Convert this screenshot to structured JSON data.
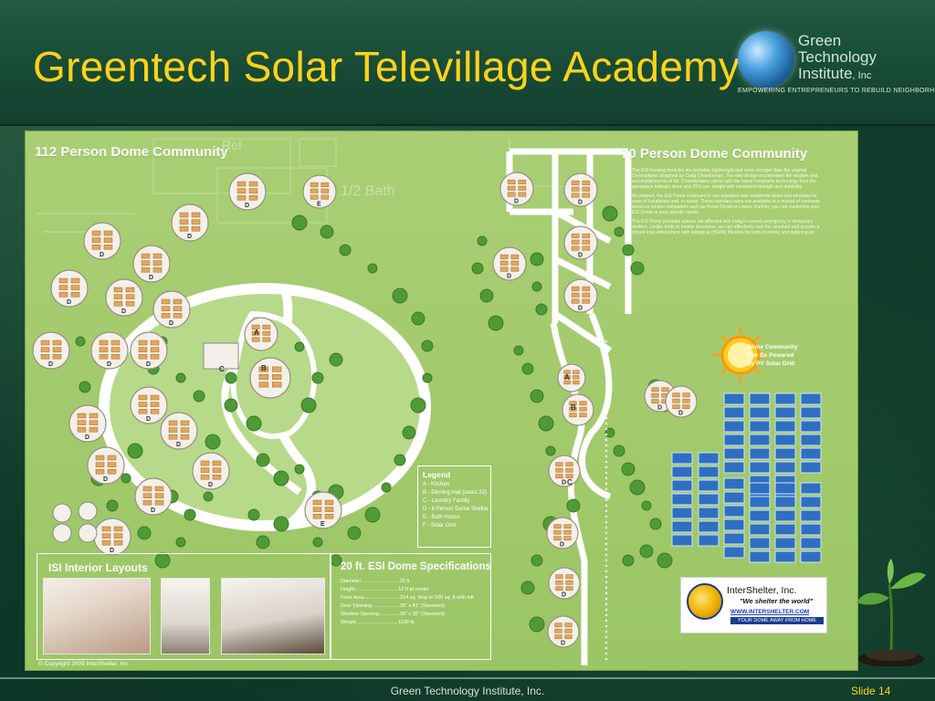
{
  "slide": {
    "title": "Greentech Solar Televillage Academy",
    "slide_number": "Slide 14",
    "footer": "Green Technology Institute, Inc."
  },
  "logo": {
    "line1": "Green",
    "line2": "Technology",
    "line3": "Institute",
    "inc": ", Inc",
    "tagline": "EMPOWERING ENTREPRENEURS TO REBUILD NEIGHBORHOODS"
  },
  "poster": {
    "left_heading": "112 Person Dome Community",
    "right_heading": "70 Person Dome Community",
    "description": [
      "The ESI housing modules are portable, lightweight and more stronger than the original Dreamplanet designed by Craig Chamberlain. The new design incorporates the wisdom and accomplishments of Mr. Chamberlains career with the latest composite technology from the aerospace industry since and 25% are, weight with increased strength and durability.",
      "As ordered, the ESI Dome continues to see standard size residential doors and windows for ease of installation and, or repair. These standard sizes are available at a myriad of hardware stores or lumber companies such as Home Depot or Lowes. Further, you can customize your ESI Dome to your specific needs.",
      "The ESI Dome provides spaces not afforded with today's current emergency or temporary shelters. Unlike tents or mobile structures, we can effectively seal the structure and provide a closed loop atmosphere with biological (HEPA) filtration for both incoming and outgoing air."
    ],
    "power_note": [
      "Dome Community",
      "Can Be Powered",
      "By PV Solar Grid"
    ],
    "legend": {
      "title": "Legend",
      "items": [
        "A - Kitchen",
        "B - Dinning Hall (seats 22)",
        "C - Laundry Facility",
        "D - 6 Person Dome Shelter",
        "E - Bath House",
        "F - Solar Grid"
      ]
    },
    "interior": {
      "title": "ISI Interior Layouts"
    },
    "specs": {
      "title": "20 ft. ESI Dome Specifications",
      "rows": [
        "Diameter............................20 ft",
        "Height...............................12 ft at center",
        "Floor Area..........................314 sq. ft/up to 500 sq. ft with loft",
        "Door Opening....................36\" x 81\" (Standard)",
        "Window Opening...............36\" x 36\" (Standard)",
        "Weight..............................1100 lb."
      ]
    },
    "copyright": "© Copyright 2009 InterShelter, Inc.",
    "badge": {
      "name": "InterShelter, Inc.",
      "slogan": "\"We shelter the world\"",
      "url": "WWW.INTERSHELTER.COM",
      "subline": "YOUR DOME AWAY FROM HOME"
    },
    "map_labels": {
      "dome": "D",
      "kitchen": "A",
      "dining": "B",
      "laundry": "C",
      "bath": "E",
      "faded_ref": "Ref",
      "faded_bath": "1/2 Bath"
    }
  },
  "colors": {
    "title_yellow": "#ffd21a",
    "poster_green": "#a9cf74",
    "tree_green": "#4f9a36",
    "solar_blue": "#2f6fc2",
    "dome_fill": "#f3f0ea",
    "bed_orange": "#e3a65a"
  }
}
